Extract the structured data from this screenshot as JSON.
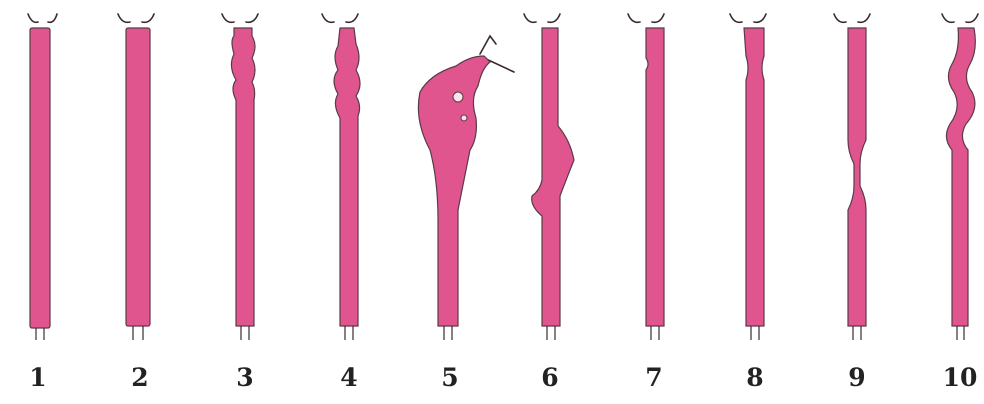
{
  "colors": {
    "tube_fill": "#e0558e",
    "outline": "#5a3a48"
  },
  "specimens": [
    {
      "label": "1"
    },
    {
      "label": "2"
    },
    {
      "label": "3"
    },
    {
      "label": "4"
    },
    {
      "label": "5"
    },
    {
      "label": "6"
    },
    {
      "label": "7"
    },
    {
      "label": "8"
    },
    {
      "label": "9"
    },
    {
      "label": "10"
    }
  ]
}
